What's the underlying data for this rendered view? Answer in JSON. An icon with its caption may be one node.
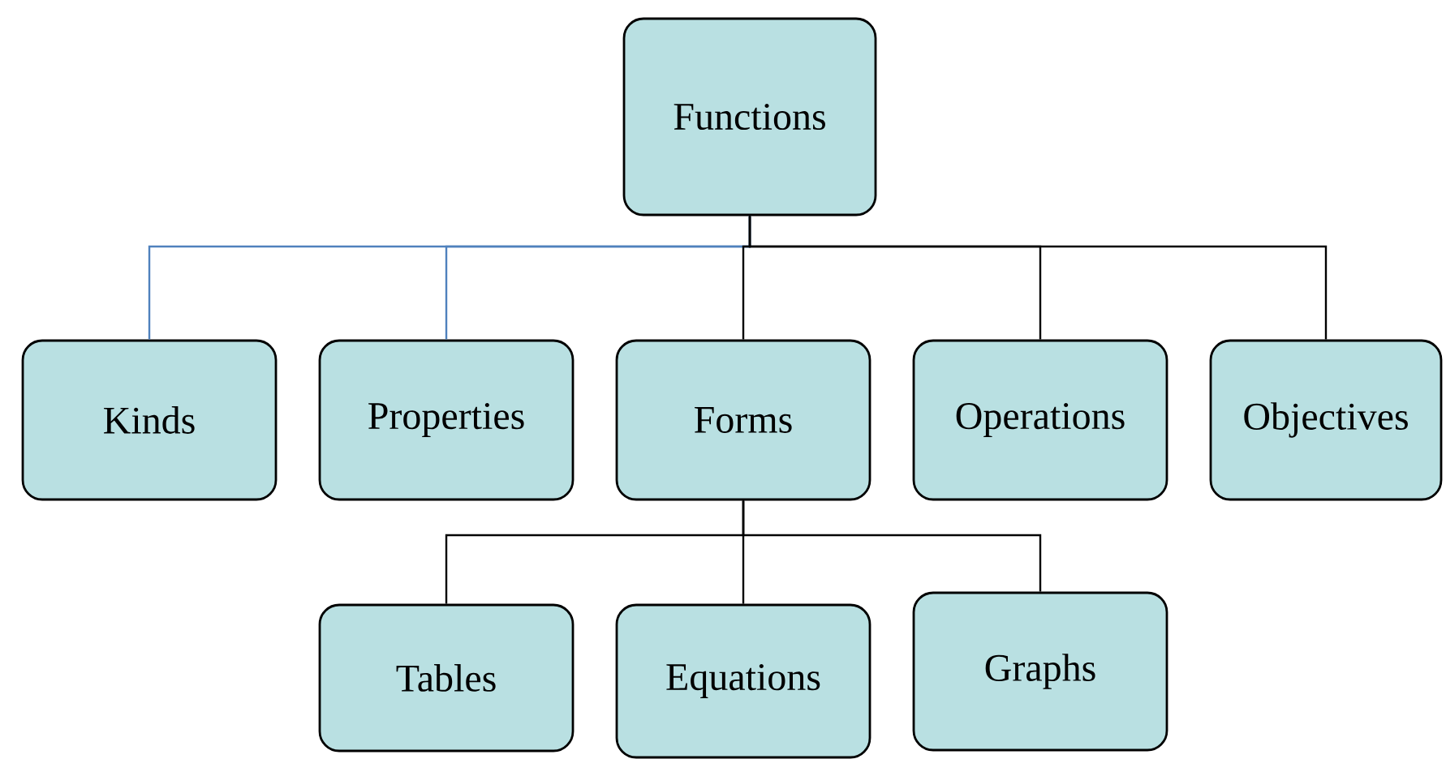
{
  "diagram": {
    "nodes": [
      {
        "text": [
          "Functions"
        ]
      },
      {
        "text": [
          "Kinds"
        ]
      },
      {
        "text": [
          "Properties"
        ]
      },
      {
        "text": [
          "Forms"
        ]
      },
      {
        "text": [
          "Operations"
        ]
      },
      {
        "text": [
          "Objectives"
        ]
      },
      {
        "text": [
          "Tables"
        ]
      },
      {
        "text": [
          "Equations"
        ]
      },
      {
        "text": [
          "Graphs"
        ]
      }
    ],
    "edges": [
      {
        "from": 0,
        "to": 1,
        "arrow": "none",
        "color": "#4f81bd"
      },
      {
        "from": 0,
        "to": 2,
        "arrow": "none",
        "color": "#4f81bd"
      },
      {
        "from": 0,
        "to": 3,
        "arrow": "none"
      },
      {
        "from": 0,
        "to": 4,
        "arrow": "none"
      },
      {
        "from": 0,
        "to": 5,
        "arrow": "none"
      },
      {
        "from": 3,
        "to": 6,
        "arrow": "none"
      },
      {
        "from": 3,
        "to": 7,
        "arrow": "none"
      },
      {
        "from": 3,
        "to": 8,
        "arrow": "none"
      }
    ]
  }
}
